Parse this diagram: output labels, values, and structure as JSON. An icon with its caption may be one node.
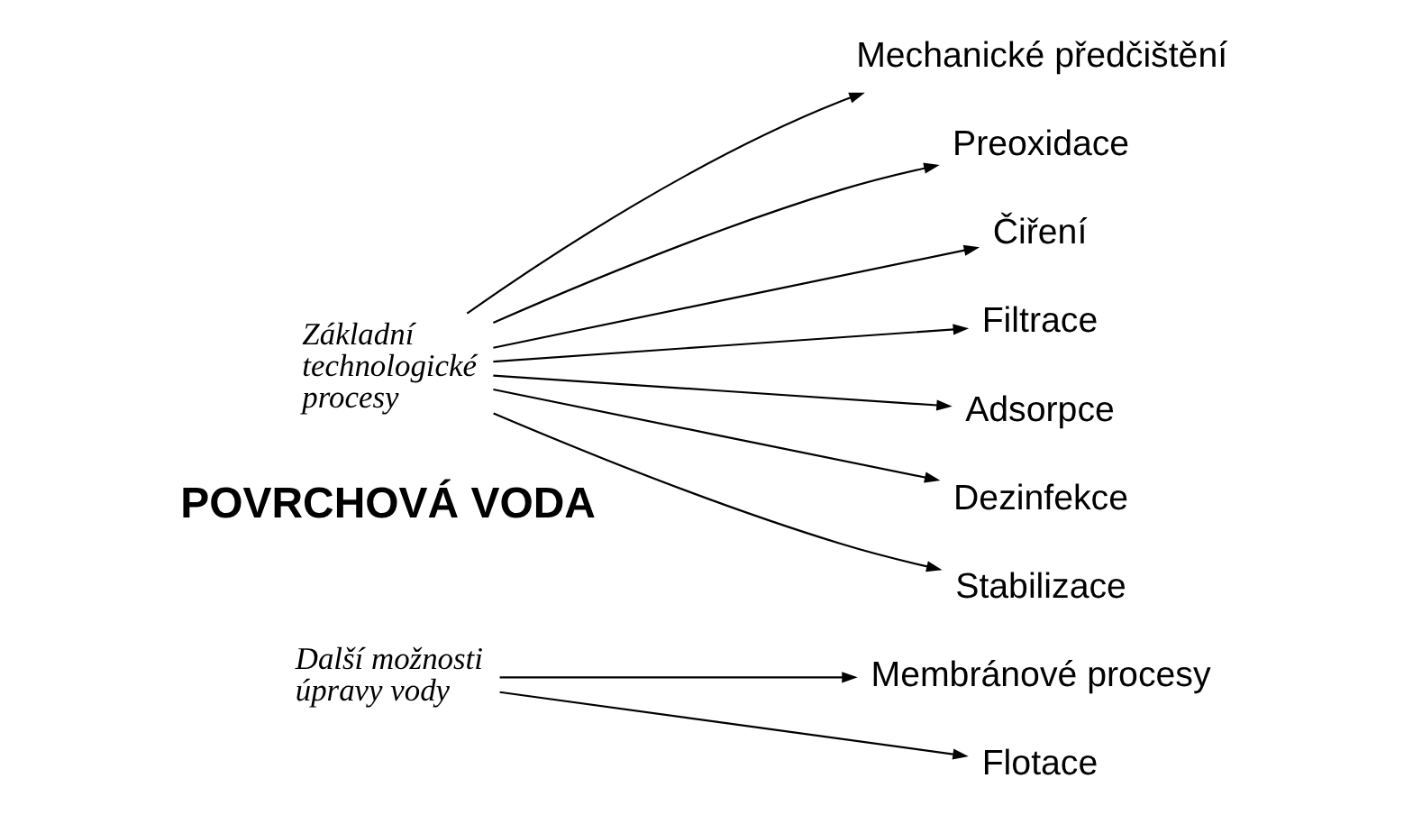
{
  "diagram": {
    "nodes": [
      {
        "text": [
          "Základní technologické procesy"
        ]
      },
      {
        "text": [
          "Mechanické předčištění"
        ]
      },
      {
        "text": [
          "Preoxidace"
        ]
      },
      {
        "text": [
          "Čiření"
        ]
      },
      {
        "text": [
          "Filtrace"
        ]
      },
      {
        "text": [
          "Adsorpce"
        ]
      },
      {
        "text": [
          "Dezinfekce"
        ]
      },
      {
        "text": [
          "Stabilizace"
        ]
      },
      {
        "text": [
          "Další možnosti úpravy vody"
        ]
      },
      {
        "text": [
          "Membránové procesy"
        ]
      },
      {
        "text": [
          "Flotace"
        ]
      }
    ],
    "edges": [
      {
        "from": 0,
        "to": 1,
        "arrow": "to"
      },
      {
        "from": 0,
        "to": 2,
        "arrow": "to"
      },
      {
        "from": 0,
        "to": 3,
        "arrow": "to"
      },
      {
        "from": 0,
        "to": 4,
        "arrow": "to"
      },
      {
        "from": 0,
        "to": 5,
        "arrow": "to"
      },
      {
        "from": 0,
        "to": 6,
        "arrow": "to"
      },
      {
        "from": 0,
        "to": 7,
        "arrow": "to"
      },
      {
        "from": 8,
        "to": 9,
        "arrow": "to"
      },
      {
        "from": 8,
        "to": 10,
        "arrow": "to"
      }
    ],
    "labels": [
      "POVRCHOVÁ VODA"
    ]
  }
}
